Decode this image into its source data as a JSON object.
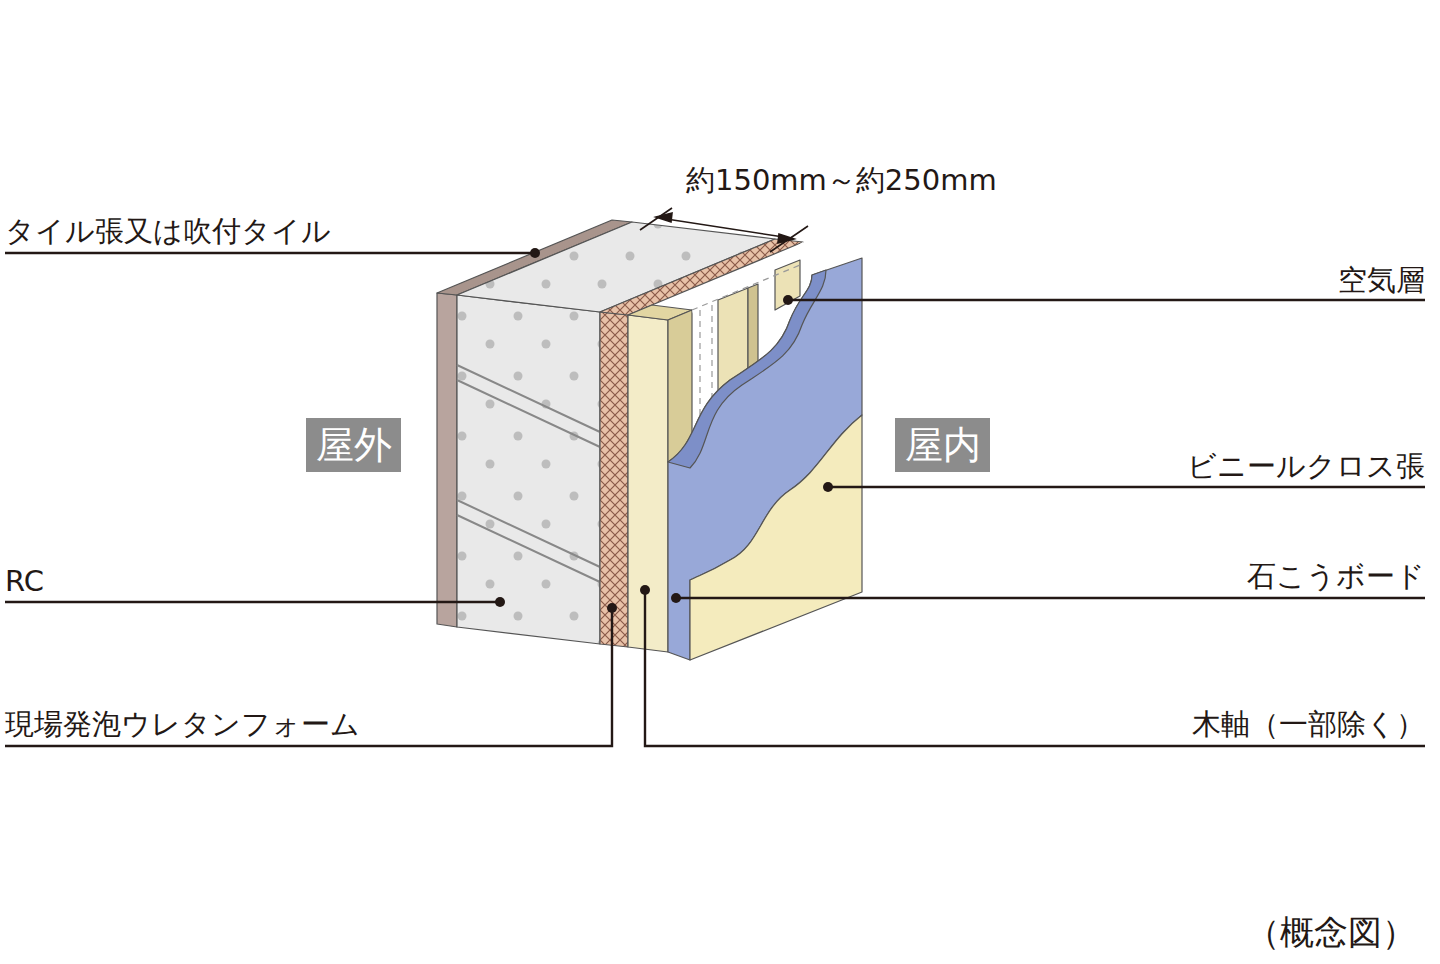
{
  "diagram": {
    "caption": "（概念図）",
    "nodes": [
      {
        "text": [
          "屋外"
        ]
      },
      {
        "text": [
          "屋内"
        ]
      }
    ],
    "labels": [
      "約150mm～約250mm",
      "タイル張又は吹付タイル",
      "空気層",
      "ビニールクロス張",
      "RC",
      "石こうボード",
      "現場発泡ウレタンフォーム",
      "木軸（一部除く）"
    ]
  }
}
